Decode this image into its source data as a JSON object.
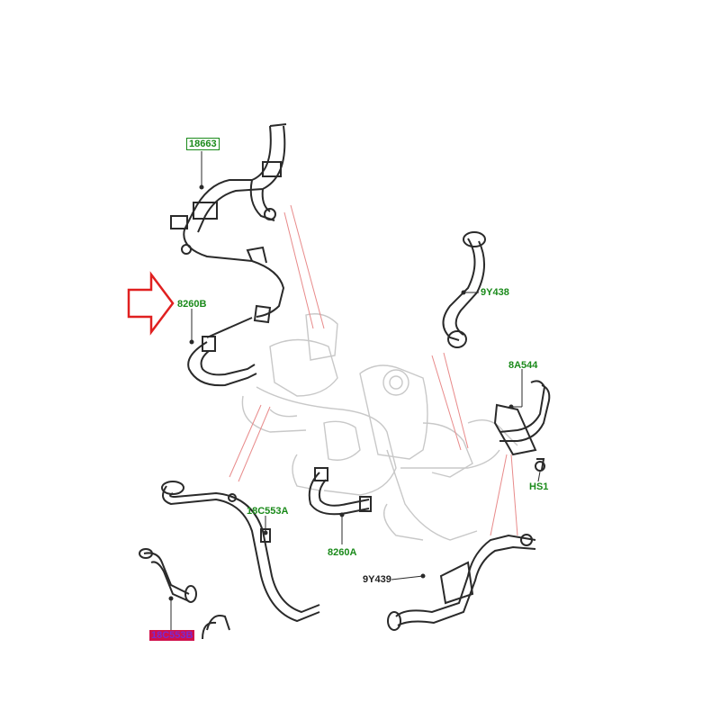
{
  "colors": {
    "label_green": "#1a8a1a",
    "label_dark": "#1f1f1f",
    "highlight_bg": "#d0104c",
    "highlight_text": "#7a2ad0",
    "arrow_red": "#e02020",
    "callout_line_red": "#e88a8a",
    "part_outline": "#2a2a2a",
    "engine_ghost": "#c8c8c8"
  },
  "labels": {
    "p18663": "18663",
    "p8260B": "8260B",
    "p9Y438": "9Y438",
    "p8A544": "8A544",
    "pHS1": "HS1",
    "p18C553A": "18C553A",
    "p8260A": "8260A",
    "p9Y439": "9Y439",
    "p18C553B": "18C553B"
  },
  "highlight": {
    "arrow_points_to": "8260B"
  }
}
